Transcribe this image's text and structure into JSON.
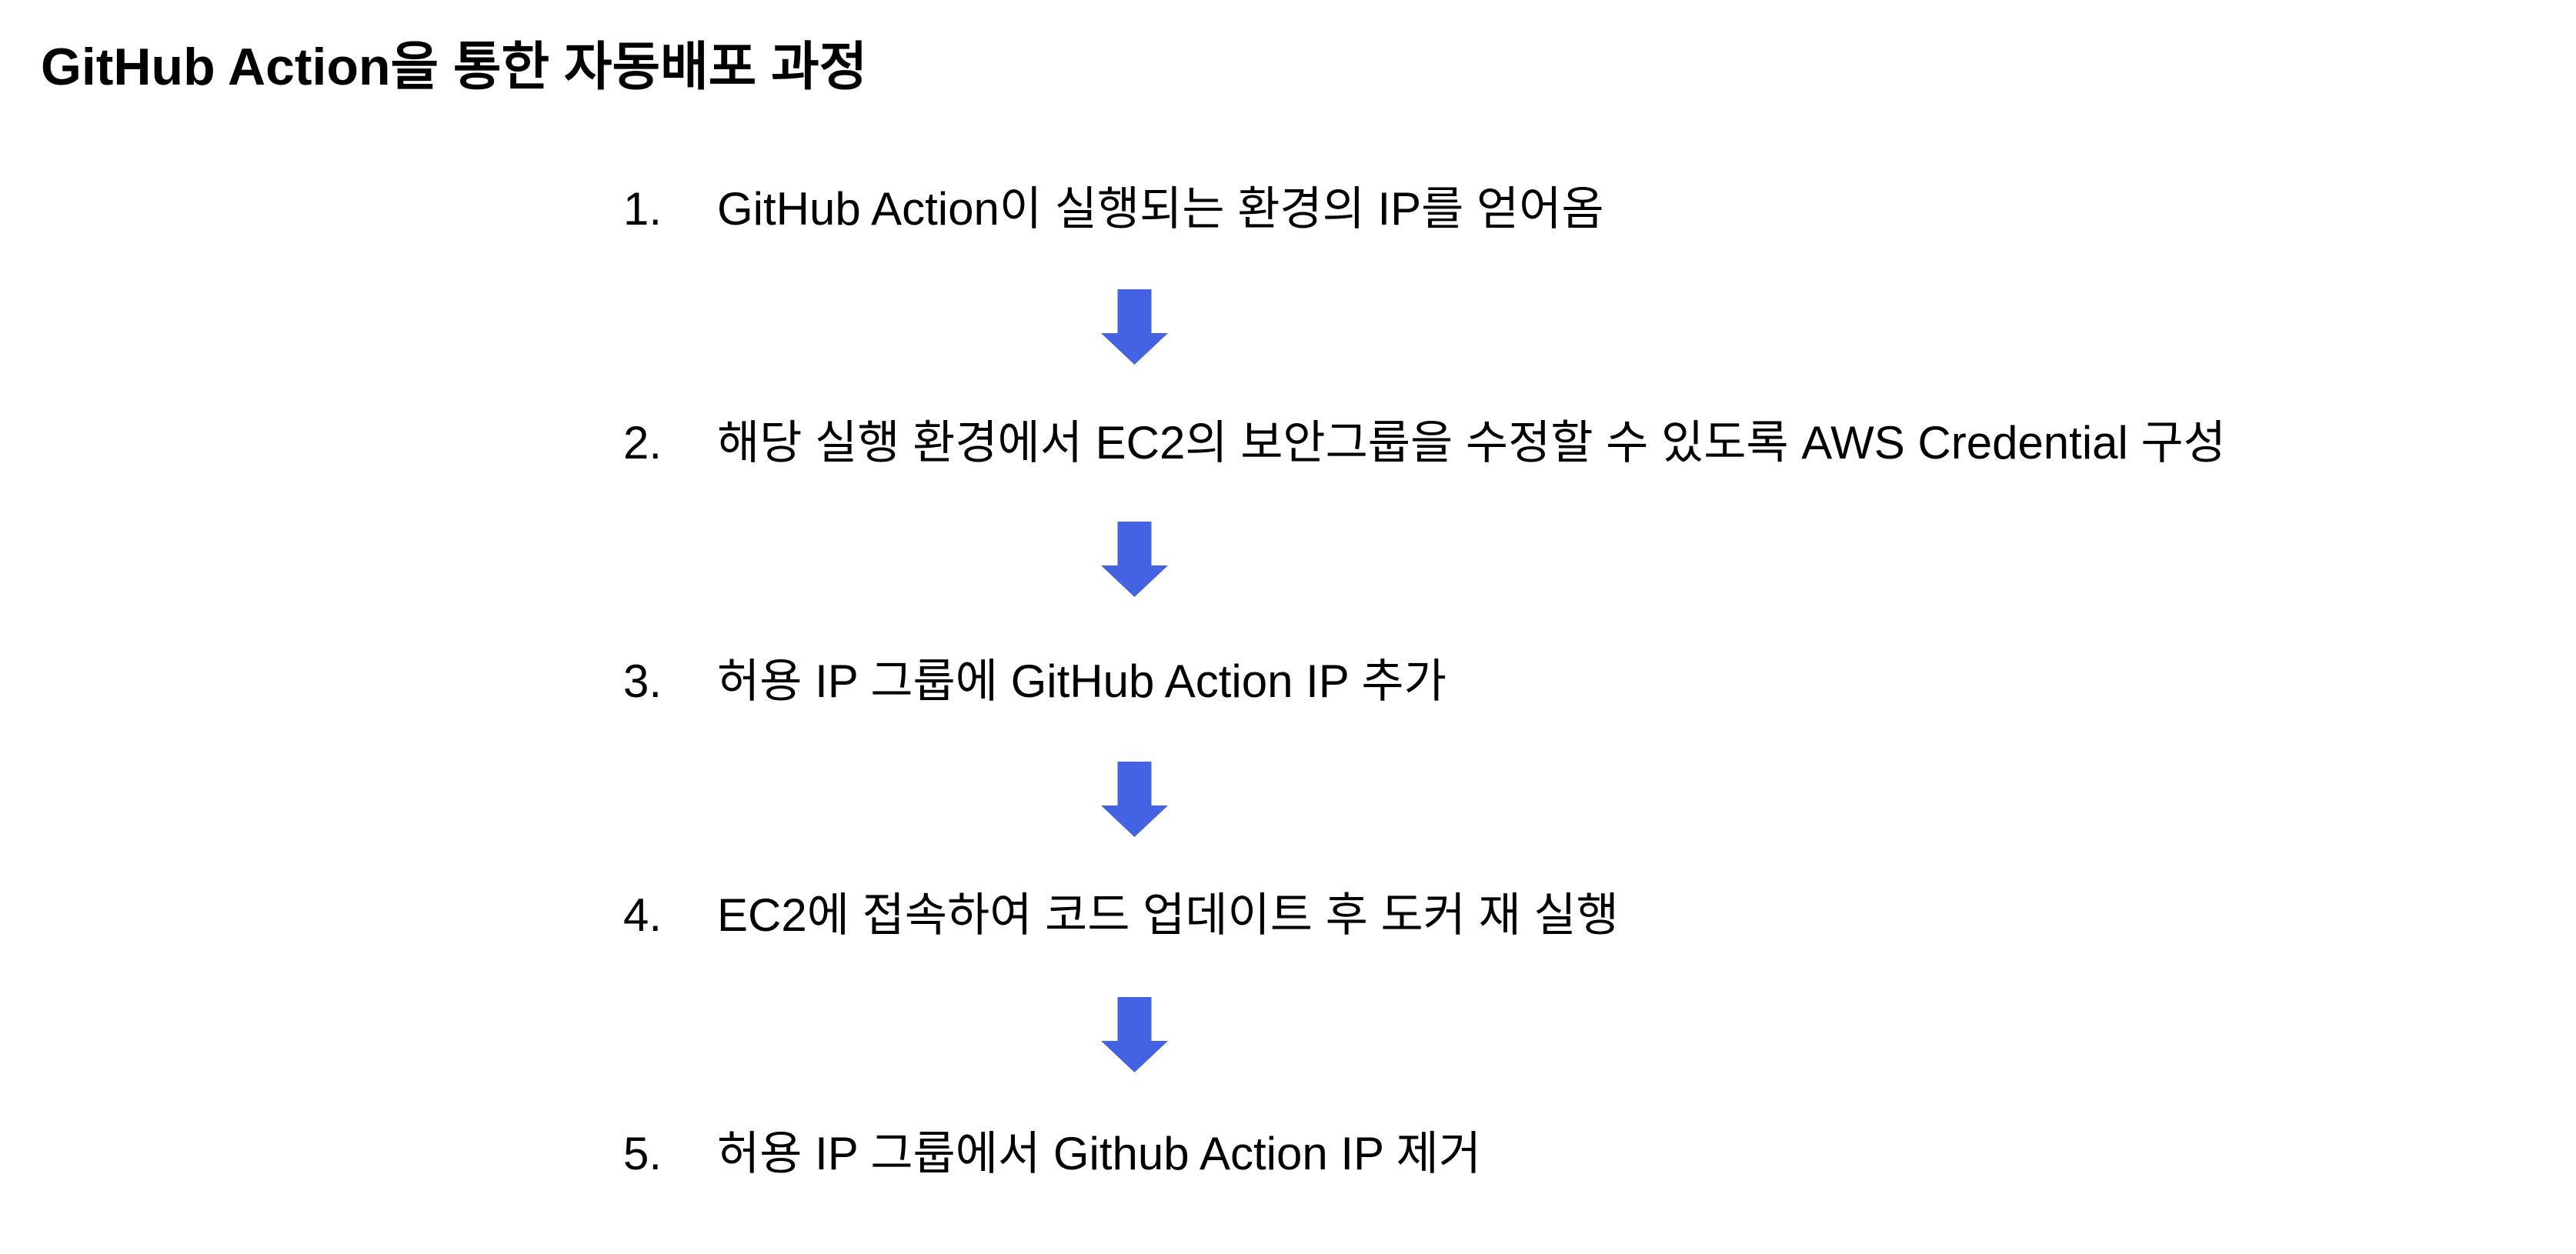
{
  "page": {
    "title": "GitHub Action을 통한 자동배포 과정"
  },
  "colors": {
    "arrow_blue": "#4463E2",
    "text_black": "#000000",
    "background": "#FFFFFF"
  },
  "flow": {
    "steps": [
      {
        "number": "1.",
        "text": "GitHub Action이 실행되는 환경의 IP를 얻어옴"
      },
      {
        "number": "2.",
        "text": "해당 실행 환경에서 EC2의 보안그룹을 수정할 수 있도록 AWS Credential 구성"
      },
      {
        "number": "3.",
        "text": "허용 IP 그룹에 GitHub Action IP 추가"
      },
      {
        "number": "4.",
        "text": "EC2에 접속하여 코드 업데이트 후 도커 재 실행"
      },
      {
        "number": "5.",
        "text": "허용 IP 그룹에서 Github Action IP 제거"
      }
    ]
  }
}
